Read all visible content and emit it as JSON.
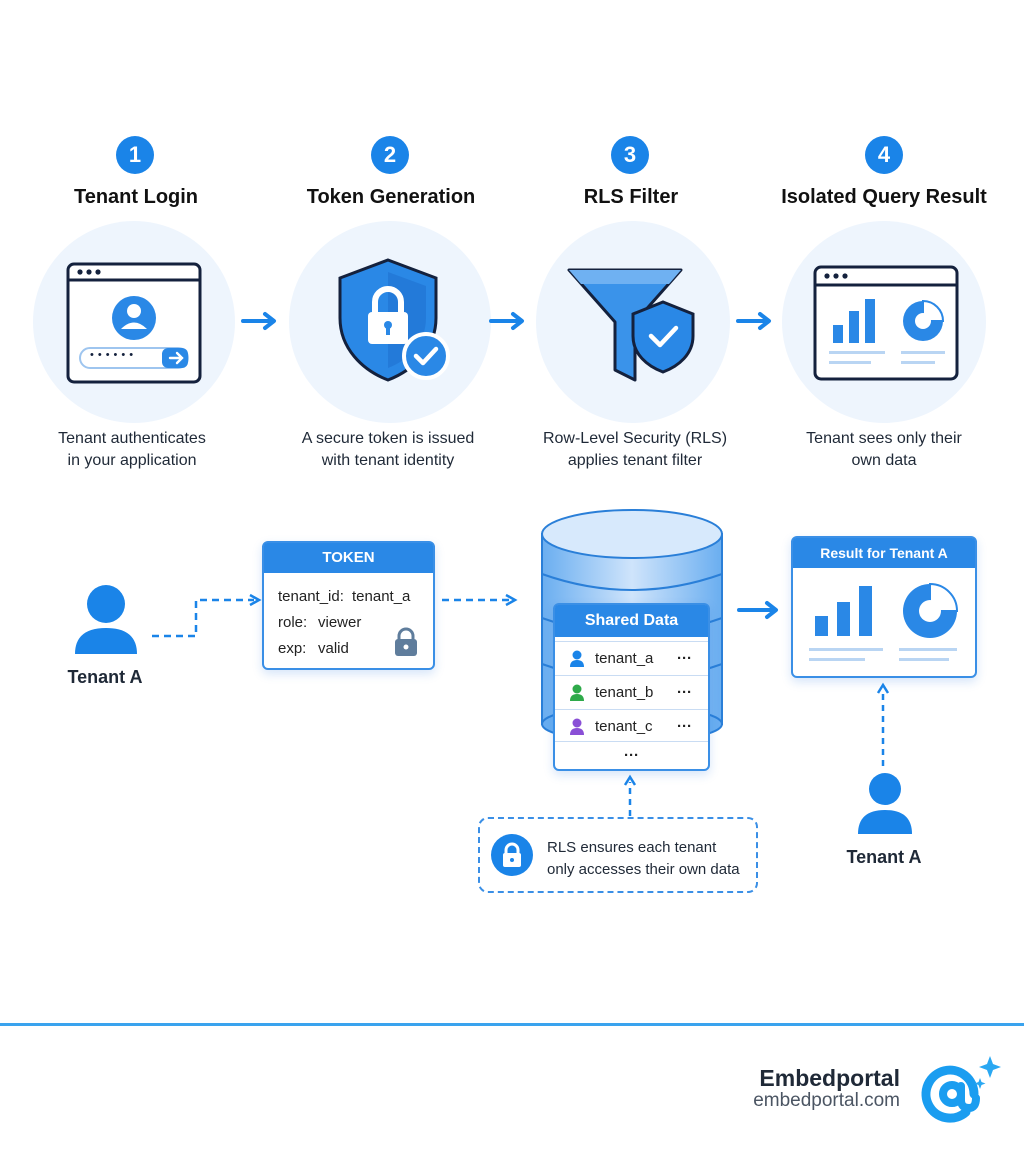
{
  "steps": [
    {
      "number": "1",
      "title": "Tenant Login",
      "desc1": "Tenant authenticates",
      "desc2": "in your application"
    },
    {
      "number": "2",
      "title": "Token Generation",
      "desc1": "A secure token is issued",
      "desc2": "with tenant identity"
    },
    {
      "number": "3",
      "title": "RLS Filter",
      "desc1": "Row-Level Security (RLS)",
      "desc2": "applies tenant filter"
    },
    {
      "number": "4",
      "title": "Isolated Query Result",
      "desc1": "Tenant sees only their",
      "desc2": "own data"
    }
  ],
  "login_icon": {
    "password_mask": "••••••"
  },
  "token": {
    "header": "TOKEN",
    "rows": [
      {
        "key": "tenant_id:",
        "value": "tenant_a"
      },
      {
        "key": "role:",
        "value": "viewer"
      },
      {
        "key": "exp:",
        "value": "valid"
      }
    ]
  },
  "database": {
    "header": "Shared Data",
    "rows": [
      {
        "label": "tenant_a",
        "more": "···",
        "color": "#1a84e8"
      },
      {
        "label": "tenant_b",
        "more": "···",
        "color": "#2eaa4a"
      },
      {
        "label": "tenant_c",
        "more": "···",
        "color": "#8a4fd6"
      }
    ],
    "footer": "···"
  },
  "rls_note": {
    "line1": "RLS ensures each tenant",
    "line2": "only accesses their own data"
  },
  "result": {
    "header": "Result for Tenant A"
  },
  "tenant_left": {
    "label": "Tenant A"
  },
  "tenant_right": {
    "label": "Tenant A"
  },
  "brand": {
    "name": "Embedportal",
    "url": "embedportal.com"
  },
  "colors": {
    "accent": "#1a84e8",
    "light_bg": "#eef5fd",
    "divider": "#3aa3ee"
  }
}
